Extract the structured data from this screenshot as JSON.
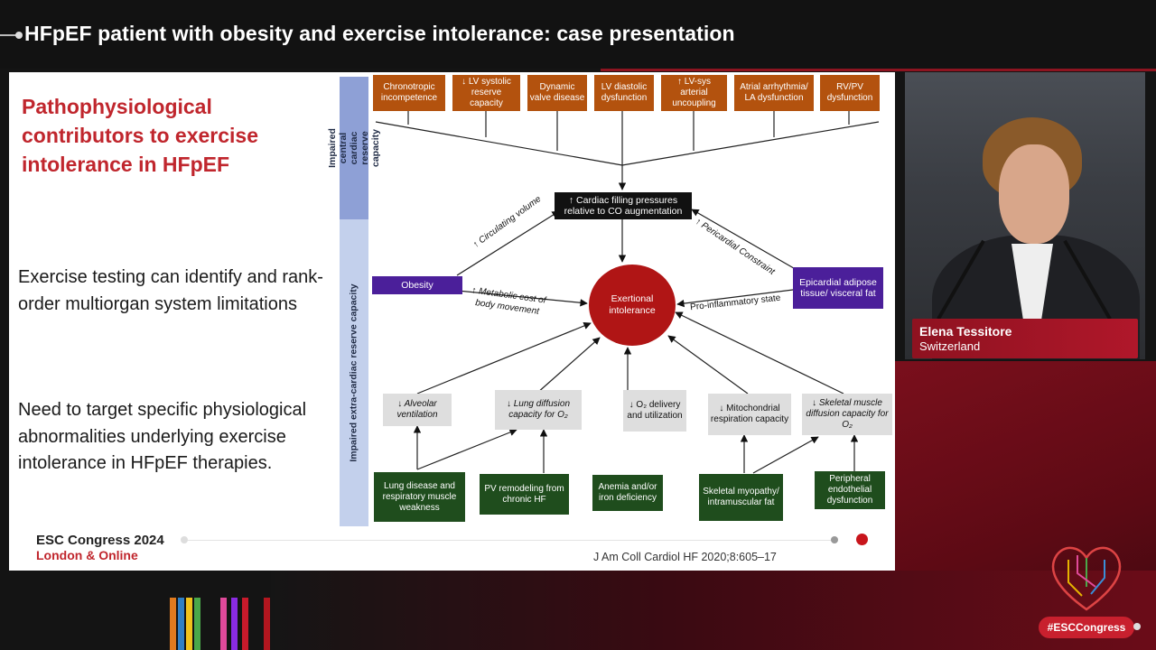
{
  "header": {
    "title": "HFpEF patient with obesity and exercise intolerance: case presentation"
  },
  "slide": {
    "heading": "Pathophysiological contributors to exercise intolerance in HFpEF",
    "bullets": [
      "Exercise testing can identify and rank-order multiorgan system limitations",
      "Need to target specific physiological abnormalities underlying exercise intolerance in HFpEF therapies."
    ],
    "logo": {
      "line1": "ESC Congress 2024",
      "line2": "London & Online"
    },
    "citation": "J Am Coll Cardiol HF 2020;8:605–17"
  },
  "diagram": {
    "axis_central": "Impaired central cardiac reserve capacity",
    "axis_extra": "Impaired extra-cardiac reserve capacity",
    "central_boxes": [
      "Chronotropic incompetence",
      "↓ LV systolic reserve capacity",
      "Dynamic valve disease",
      "LV diastolic dysfunction",
      "↑ LV-sys arterial uncoupling",
      "Atrial arrhythmia/ LA dysfunction",
      "RV/PV dysfunction"
    ],
    "filling_pressures": "↑ Cardiac filling pressures relative to CO augmentation",
    "exertional": "Exertional intolerance",
    "obesity": "Obesity",
    "epicardial": "Epicardial adipose tissue/ visceral fat",
    "labels": {
      "circulating_volume": "↑ Circulating volume",
      "pericardial_constraint": "↑ Pericardial Constraint",
      "metabolic_cost_1": "↑ Metabolic cost of",
      "metabolic_cost_2": "body movement",
      "pro_inflammatory": "Pro-inflammatory state"
    },
    "grey_boxes": [
      "↓ Alveolar ventilation",
      "↓ Lung diffusion capacity for O₂",
      "↓ O₂ delivery and utilization",
      "↓ Mitochondrial respiration capacity",
      "↓ Skeletal muscle diffusion capacity for O₂"
    ],
    "green_boxes": [
      "Lung disease and respiratory muscle weakness",
      "PV remodeling from chronic HF",
      "Anemia and/or iron deficiency",
      "Skeletal myopathy/ intramuscular fat",
      "Peripheral endothelial dysfunction"
    ]
  },
  "speaker": {
    "name": "Elena Tessitore",
    "country": "Switzerland"
  },
  "footer": {
    "hashtag": "#ESCCongress"
  },
  "colors": {
    "accent_red": "#c0262d",
    "orange_box": "#b3520e",
    "purple_box": "#4b1f9a",
    "green_box": "#1f4d1d"
  }
}
